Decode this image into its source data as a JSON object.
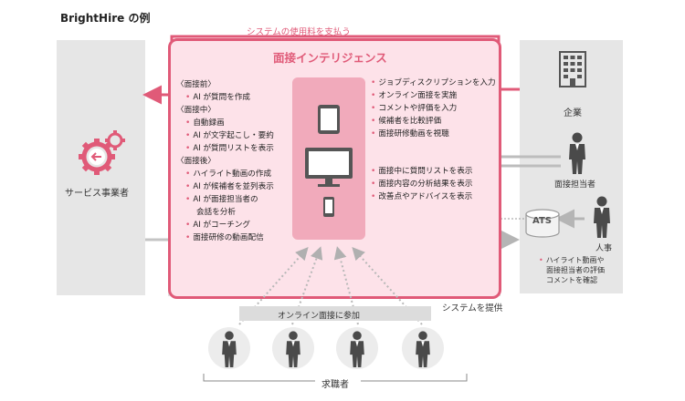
{
  "title": "BrightHire の例",
  "pay_label": "システムの使用料を支払う",
  "system": {
    "title": "面接インテリジェンス",
    "left_list": [
      {
        "text": "〈面接前〉",
        "kind": "head"
      },
      {
        "text": "AI が質問を作成",
        "kind": "item"
      },
      {
        "text": "〈面接中〉",
        "kind": "head"
      },
      {
        "text": "自動録画",
        "kind": "item"
      },
      {
        "text": "AI が文字起こし・要約",
        "kind": "item"
      },
      {
        "text": "AI が質問リストを表示",
        "kind": "item"
      },
      {
        "text": "〈面接後〉",
        "kind": "head"
      },
      {
        "text": "ハイライト動画の作成",
        "kind": "item"
      },
      {
        "text": "AI が候補者を並列表示",
        "kind": "item"
      },
      {
        "text": "AI が面接担当者の",
        "kind": "item"
      },
      {
        "text": "会話を分析",
        "kind": "cont"
      },
      {
        "text": "AI がコーチング",
        "kind": "item"
      },
      {
        "text": "面接研修の動画配信",
        "kind": "item"
      }
    ],
    "right_list_top": [
      "ジョブディスクリプションを入力",
      "オンライン面接を実施",
      "コメントや評価を入力",
      "候補者を比較評価",
      "面接研修動画を視聴"
    ],
    "right_list_bottom": [
      "面接中に質問リストを表示",
      "面接内容の分析結果を表示",
      "改善点やアドバイスを表示"
    ]
  },
  "provider": {
    "label": "サービス事業者"
  },
  "company": {
    "label": "企業",
    "interviewer_label": "面接担当者",
    "ats_label": "ATS",
    "hr_label": "人事",
    "hr_note": [
      "ハイライト動画や",
      "面接担当者の評価",
      "コメントを確認"
    ]
  },
  "provide_label": "システムを提供",
  "online_bar_label": "オンライン面接に参加",
  "candidates_label": "求職者",
  "colors": {
    "accent": "#e05a78",
    "pink_bg": "#fde2e9",
    "side_gray": "#e6e6e6",
    "arrow_gray": "#b5b5b5",
    "person": "#4a4a4a"
  }
}
